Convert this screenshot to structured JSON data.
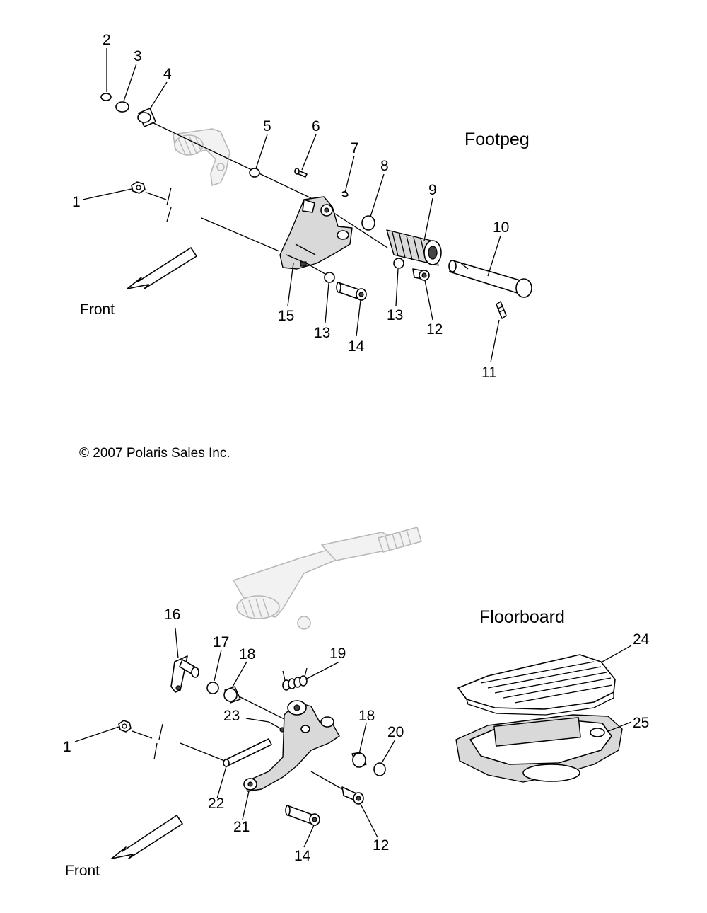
{
  "footpeg": {
    "title": "Footpeg",
    "front_label": "Front",
    "callouts": [
      "1",
      "2",
      "3",
      "4",
      "5",
      "6",
      "7",
      "8",
      "9",
      "10",
      "11",
      "12",
      "13",
      "13",
      "14",
      "15"
    ]
  },
  "copyright": "© 2007 Polaris Sales Inc.",
  "floorboard": {
    "title": "Floorboard",
    "front_label": "Front",
    "callouts": [
      "1",
      "12",
      "14",
      "16",
      "17",
      "18",
      "18",
      "19",
      "20",
      "21",
      "22",
      "23",
      "24",
      "25"
    ]
  }
}
